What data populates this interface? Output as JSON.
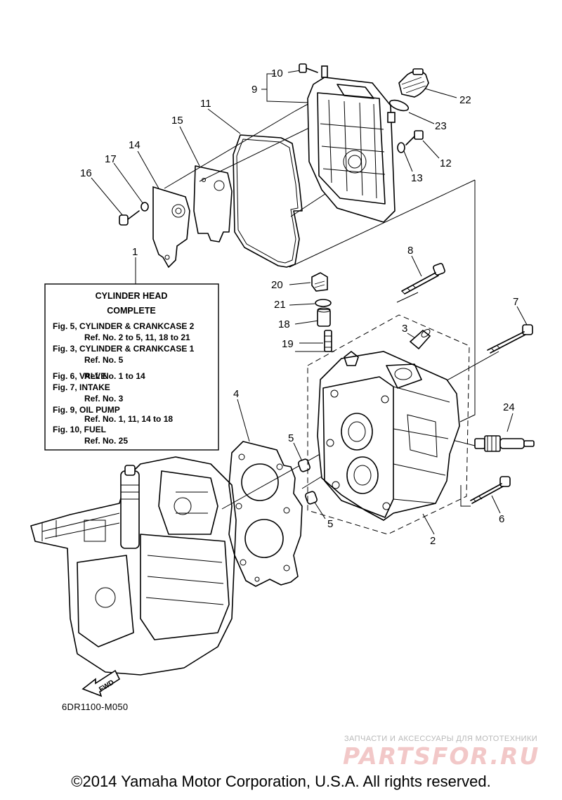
{
  "callouts": [
    "1",
    "2",
    "3",
    "4",
    "5",
    "5",
    "6",
    "7",
    "8",
    "9",
    "10",
    "11",
    "12",
    "13",
    "14",
    "15",
    "16",
    "17",
    "18",
    "19",
    "20",
    "21",
    "22",
    "23",
    "24"
  ],
  "reference_box": {
    "title_line1": "CYLINDER  HEAD",
    "title_line2": "COMPLETE",
    "lines": [
      "Fig. 5, CYLINDER & CRANKCASE 2",
      "Ref. No. 2 to 5, 11, 18 to 21",
      "Fig. 3, CYLINDER & CRANKCASE 1",
      "Ref. No. 5",
      "Fig. 6, VALVE",
      "Ref. No. 1 to 14",
      "Fig. 7, INTAKE",
      "Ref. No. 3",
      "Fig. 9, OIL PUMP",
      "Ref. No. 1, 11, 14 to 18",
      "Fig. 10, FUEL",
      "Ref. No. 25"
    ]
  },
  "fwd_label": "FWD",
  "drawing_code": "6DR1100-M050",
  "watermark": {
    "tagline": "ЗАПЧАСТИ И АКСЕССУАРЫ ДЛЯ МОТОТЕХНИКИ",
    "logo": "PARTSFOR.RU"
  },
  "copyright": "©2014 Yamaha Motor Corporation, U.S.A. All rights reserved."
}
